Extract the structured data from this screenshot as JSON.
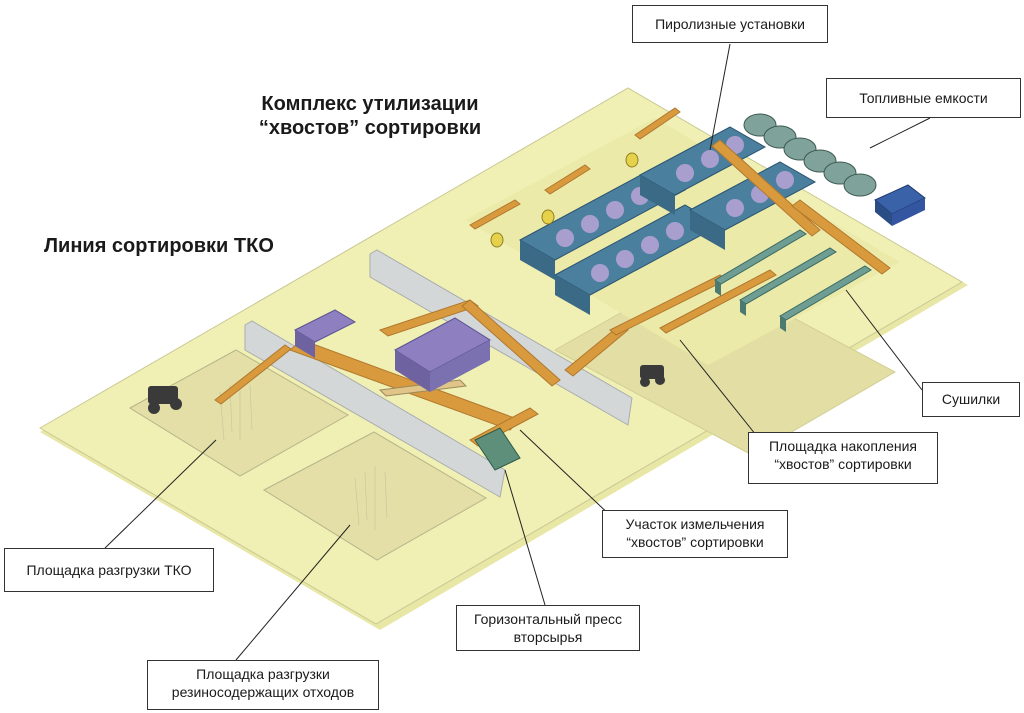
{
  "headings": {
    "complex_line1": "Комплекс утилизации",
    "complex_line2": "“хвостов” сортировки",
    "sorting_line": "Линия сортировки ТКО"
  },
  "labels": {
    "pyrolysis": "Пиролизные установки",
    "fuel_tanks": "Топливные емкости",
    "dryers": "Сушилки",
    "accumulation_line1": "Площадка накопления",
    "accumulation_line2": "“хвостов” сортировки",
    "shredding_line1": "Участок измельчения",
    "shredding_line2": "“хвостов” сортировки",
    "press_line1": "Горизонтальный пресс",
    "press_line2": "вторсырья",
    "unload_msw": "Площадка разгрузки ТКО",
    "rubber_line1": "Площадка разгрузки",
    "rubber_line2": "резиносодержащих отходов"
  },
  "colors": {
    "ground": "#f1f0b4",
    "ground_edge": "#d9d8a0",
    "zone": "#e4e0a4",
    "wall": "#cfd3d6",
    "conveyor": "#d89a3c",
    "machine_blue": "#4a7f9e",
    "machine_purple": "#9f8fc6",
    "tank": "#7fa39a",
    "accent_blue": "#3a62a8"
  }
}
